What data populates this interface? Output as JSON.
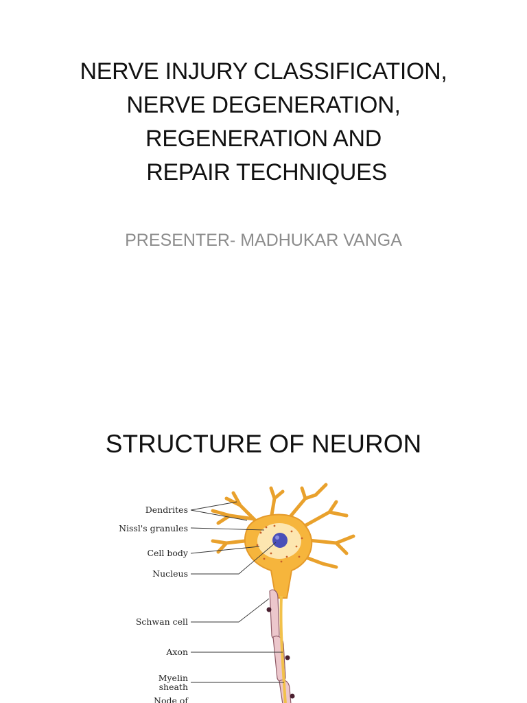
{
  "slide1": {
    "title_lines": [
      "NERVE INJURY CLASSIFICATION,",
      "NERVE DEGENERATION,",
      "REGENERATION AND",
      " REPAIR TECHNIQUES"
    ],
    "subtitle": "PRESENTER- MADHUKAR VANGA"
  },
  "slide2": {
    "title": "STRUCTURE OF NEURON",
    "figure_labels": {
      "dendrites": "Dendrites",
      "nissl": "Nissl's granules",
      "cell_body": "Cell body",
      "nucleus": "Nucleus",
      "schwan": "Schwan cell",
      "axon": "Axon",
      "myelin_1": "Myelin",
      "myelin_2": "sheath",
      "node_1": "Node of"
    },
    "colors": {
      "cell_body": "#f6b53c",
      "cell_body_inner": "#fde6b0",
      "nucleus": "#4a4fb8",
      "schwann_cell": "#ecc7cc",
      "schwann_nucleus": "#4a2030",
      "axon": "#f2c14a"
    }
  }
}
